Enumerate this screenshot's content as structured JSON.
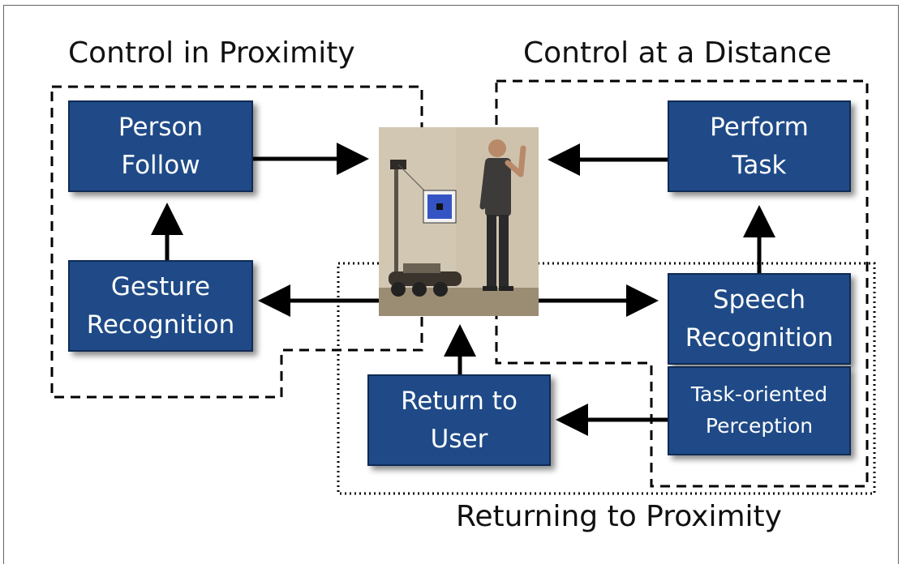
{
  "regions": {
    "control_in_proximity": "Control in Proximity",
    "control_at_a_distance": "Control at a Distance",
    "returning_to_proximity": "Returning to Proximity"
  },
  "boxes": {
    "person_follow": [
      "Person",
      "Follow"
    ],
    "gesture_recognition": [
      "Gesture",
      "Recognition"
    ],
    "perform_task": [
      "Perform",
      "Task"
    ],
    "speech_recognition": [
      "Speech",
      "Recognition"
    ],
    "task_oriented_perception": [
      "Task-oriented",
      "Perception"
    ],
    "return_to_user": [
      "Return to",
      "User"
    ]
  },
  "colors": {
    "box_fill": "#1f4a87",
    "box_text": "#ffffff",
    "arrow": "#000000"
  }
}
